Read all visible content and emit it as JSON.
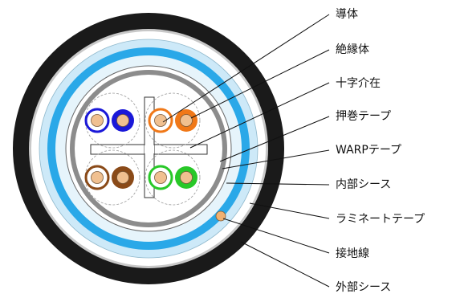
{
  "labels": {
    "conductor": "導体",
    "insulation": "絶縁体",
    "cross_filler": "十字介在",
    "binder_tape": "押巻テープ",
    "warp_tape": "WARPテープ",
    "inner_sheath": "内部シース",
    "laminate_tape": "ラミネートテープ",
    "drain_wire": "接地線",
    "outer_sheath": "外部シース"
  },
  "colors": {
    "outer_sheath": "#1a1a1a",
    "laminate_tape": "#c4c4c4",
    "inner_sheath": "#2aa8e8",
    "inner_sheath_light": "#cde9f8",
    "binder_tape": "#8c8c8c",
    "conductor": "#f0c090",
    "pair_blue": "#1a18d8",
    "pair_orange": "#f07818",
    "pair_brown": "#8a4a18",
    "pair_green": "#28c828",
    "drain_wire": "#f0b070"
  }
}
